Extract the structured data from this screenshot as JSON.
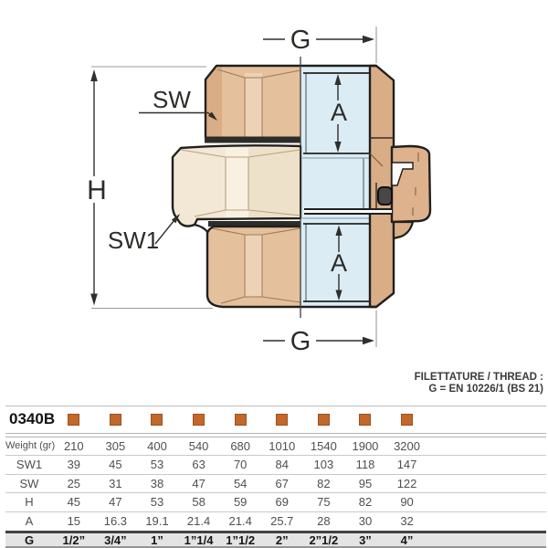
{
  "drawing": {
    "dim_g_top": "G",
    "dim_g_bottom": "G",
    "dim_h": "H",
    "dim_a_upper": "A",
    "dim_a_lower": "A",
    "label_sw": "SW",
    "label_sw1": "SW1"
  },
  "thread_note": {
    "line1": "FILETTATURE / THREAD :",
    "line2": "G = EN 10226/1 (BS 21)"
  },
  "product": {
    "code": "0340B",
    "availability_markers": 9
  },
  "table": {
    "rows": [
      {
        "label": "Weight (gr)",
        "values": [
          "210",
          "305",
          "400",
          "540",
          "680",
          "1010",
          "1540",
          "1900",
          "3200"
        ]
      },
      {
        "label": "SW1",
        "values": [
          "39",
          "45",
          "53",
          "63",
          "70",
          "84",
          "103",
          "118",
          "147"
        ]
      },
      {
        "label": "SW",
        "values": [
          "25",
          "31",
          "38",
          "47",
          "54",
          "67",
          "82",
          "95",
          "122"
        ]
      },
      {
        "label": "H",
        "values": [
          "45",
          "47",
          "53",
          "58",
          "59",
          "69",
          "75",
          "82",
          "90"
        ]
      },
      {
        "label": "A",
        "values": [
          "15",
          "16.3",
          "19.1",
          "21.4",
          "21.4",
          "25.7",
          "28",
          "30",
          "32"
        ]
      },
      {
        "label": "G",
        "values": [
          "1/2”",
          "3/4”",
          "1”",
          "1”1/4",
          "1”1/2",
          "2”",
          "2”1/2",
          "3”",
          "4”"
        ]
      }
    ]
  },
  "colors": {
    "accent_square": "#c1682a",
    "body_tan": "#e5c09c",
    "nut_cream": "#f3e8d5",
    "section_blue": "#dbecf5"
  }
}
